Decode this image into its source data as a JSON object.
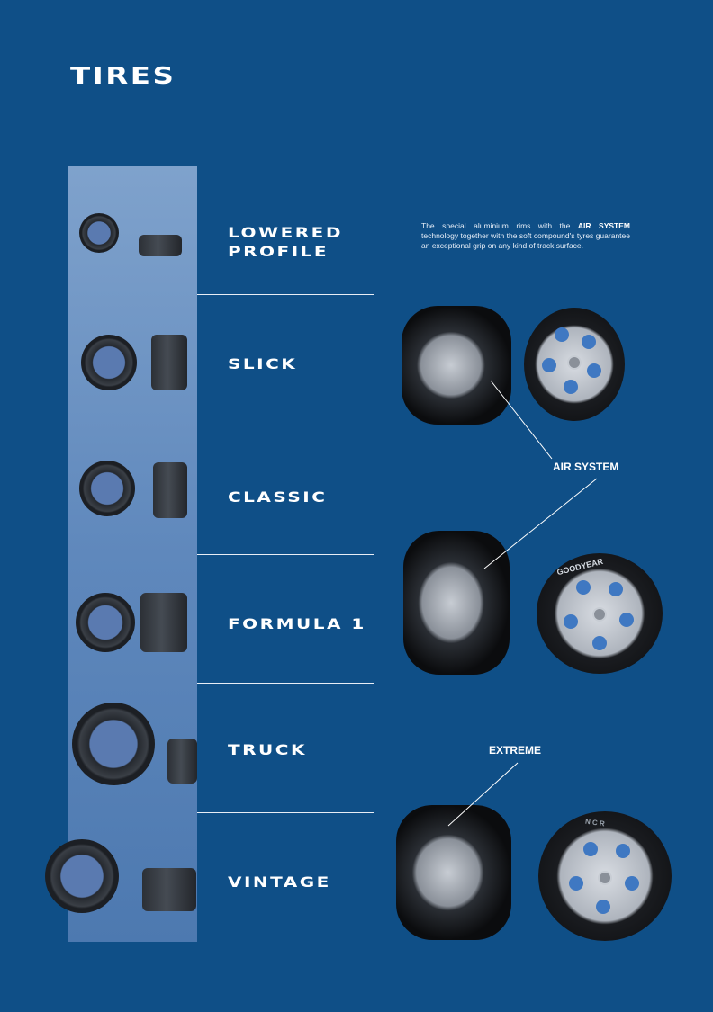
{
  "page": {
    "title": "TIRES"
  },
  "tires": [
    {
      "name_line1": "LOWERED",
      "name_line2": "PROFILE"
    },
    {
      "name_line1": "SLICK",
      "name_line2": ""
    },
    {
      "name_line1": "CLASSIC",
      "name_line2": ""
    },
    {
      "name_line1": "FORMULA 1",
      "name_line2": ""
    },
    {
      "name_line1": "TRUCK",
      "name_line2": ""
    },
    {
      "name_line1": "VINTAGE",
      "name_line2": ""
    }
  ],
  "intro": {
    "part1": "The special  aluminium  rims with the ",
    "highlight": "AIR SYSTEM",
    "part2": " technology together with the soft compound's tyres guarantee an exceptional grip on any kind of track surface."
  },
  "callouts": {
    "air_system": "AIR SYSTEM",
    "extreme": "EXTREME"
  },
  "wheel_lettering": {
    "goodyear": "GOODYEAR",
    "ncr": "N C R"
  }
}
